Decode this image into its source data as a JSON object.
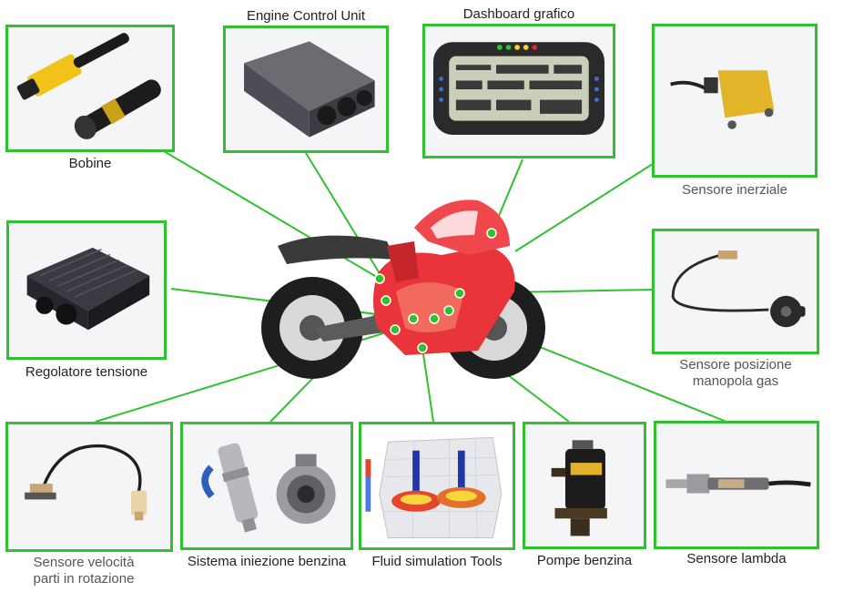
{
  "colors": {
    "frame": "#2fc22f",
    "connector": "#2fc22f",
    "dot": "#2fc22f",
    "bike_red": "#e8343a",
    "bike_dark": "#2b2b2b"
  },
  "components": [
    {
      "id": "bobine",
      "label": "Bobine",
      "icon": "ignition-coils-photo"
    },
    {
      "id": "ecu",
      "label": "Engine Control Unit",
      "icon": "ecu-box-photo"
    },
    {
      "id": "dashboard",
      "label": "Dashboard grafico",
      "icon": "lcd-dashboard-photo"
    },
    {
      "id": "inerziale",
      "label": "Sensore inerziale",
      "icon": "inertial-sensor-photo"
    },
    {
      "id": "regolatore",
      "label": "Regolatore tensione",
      "icon": "voltage-regulator-photo"
    },
    {
      "id": "manopola",
      "label": "Sensore posizione\nmanopola gas",
      "icon": "throttle-sensor-photo"
    },
    {
      "id": "velocita",
      "label": "Sensore velocità\nparti in rotazione",
      "icon": "speed-sensor-photo"
    },
    {
      "id": "iniezione",
      "label": "Sistema iniezione benzina",
      "icon": "fuel-injector-photo"
    },
    {
      "id": "fluid",
      "label": "Fluid simulation Tools",
      "icon": "cfd-simulation-photo"
    },
    {
      "id": "pompe",
      "label": "Pompe benzina",
      "icon": "fuel-pump-photo"
    },
    {
      "id": "lambda",
      "label": "Sensore lambda",
      "icon": "lambda-sensor-photo"
    }
  ],
  "motorcycle": {
    "icon": "motorcycle-illustration"
  }
}
